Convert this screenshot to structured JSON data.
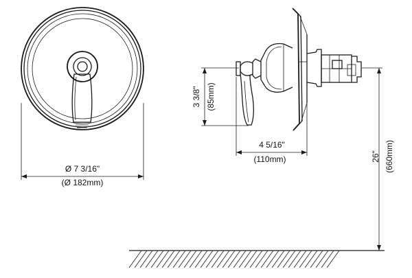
{
  "front_view": {
    "diameter_imperial": "Ø 7 3/16\"",
    "diameter_metric": "(Ø 182mm)"
  },
  "side_view": {
    "handle_height_imperial": "3 3/8\"",
    "handle_height_metric": "(85mm)",
    "depth_imperial": "4 5/16\"",
    "depth_metric": "(110mm)"
  },
  "floor_clearance": {
    "height_imperial": "26\"",
    "height_metric": "(660mm)"
  }
}
